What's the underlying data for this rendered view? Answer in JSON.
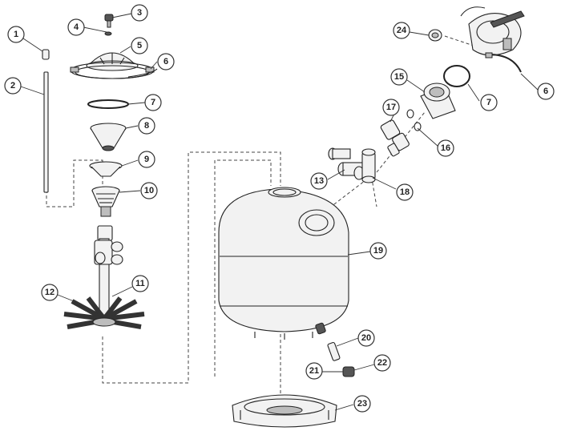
{
  "callouts": [
    {
      "id": "1",
      "label": "1"
    },
    {
      "id": "2",
      "label": "2"
    },
    {
      "id": "3",
      "label": "3"
    },
    {
      "id": "4",
      "label": "4"
    },
    {
      "id": "5",
      "label": "5"
    },
    {
      "id": "6a",
      "label": "6"
    },
    {
      "id": "6b",
      "label": "6"
    },
    {
      "id": "7a",
      "label": "7"
    },
    {
      "id": "7b",
      "label": "7"
    },
    {
      "id": "8",
      "label": "8"
    },
    {
      "id": "9",
      "label": "9"
    },
    {
      "id": "10",
      "label": "10"
    },
    {
      "id": "11",
      "label": "11"
    },
    {
      "id": "12",
      "label": "12"
    },
    {
      "id": "13",
      "label": "13"
    },
    {
      "id": "15",
      "label": "15"
    },
    {
      "id": "16",
      "label": "16"
    },
    {
      "id": "17",
      "label": "17"
    },
    {
      "id": "18",
      "label": "18"
    },
    {
      "id": "19",
      "label": "19"
    },
    {
      "id": "20",
      "label": "20"
    },
    {
      "id": "21",
      "label": "21"
    },
    {
      "id": "22",
      "label": "22"
    },
    {
      "id": "23",
      "label": "23"
    },
    {
      "id": "24",
      "label": "24"
    }
  ]
}
